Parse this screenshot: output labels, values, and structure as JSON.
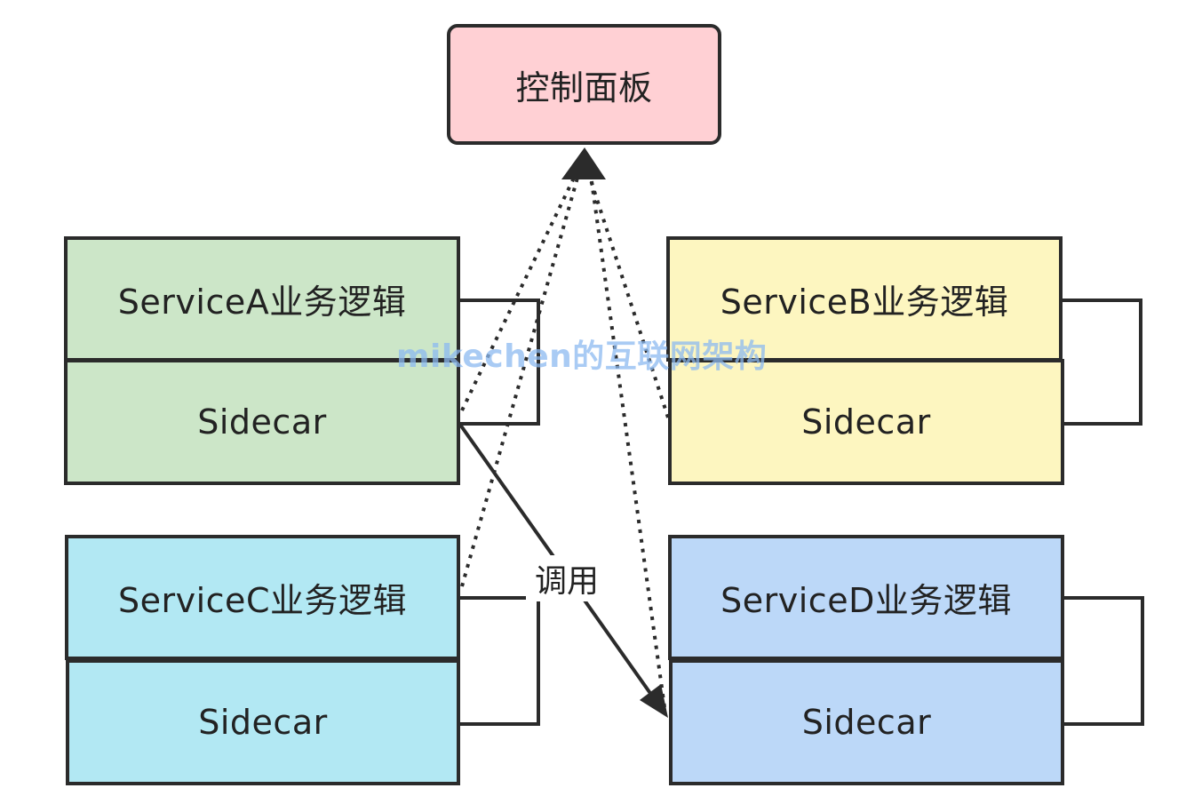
{
  "control_panel": {
    "label": "控制面板",
    "color": "#ffd0d4"
  },
  "services": [
    {
      "id": "a",
      "logic_label": "ServiceA业务逻辑",
      "sidecar_label": "Sidecar",
      "color": "#cce6c8"
    },
    {
      "id": "b",
      "logic_label": "ServiceB业务逻辑",
      "sidecar_label": "Sidecar",
      "color": "#fdf6c0"
    },
    {
      "id": "c",
      "logic_label": "ServiceC业务逻辑",
      "sidecar_label": "Sidecar",
      "color": "#b2e8f3"
    },
    {
      "id": "d",
      "logic_label": "ServiceD业务逻辑",
      "sidecar_label": "Sidecar",
      "color": "#bcd8f8"
    }
  ],
  "call_label": "调用",
  "watermark": "mikechen的互联网架构",
  "line_color": "#2b2b2b"
}
